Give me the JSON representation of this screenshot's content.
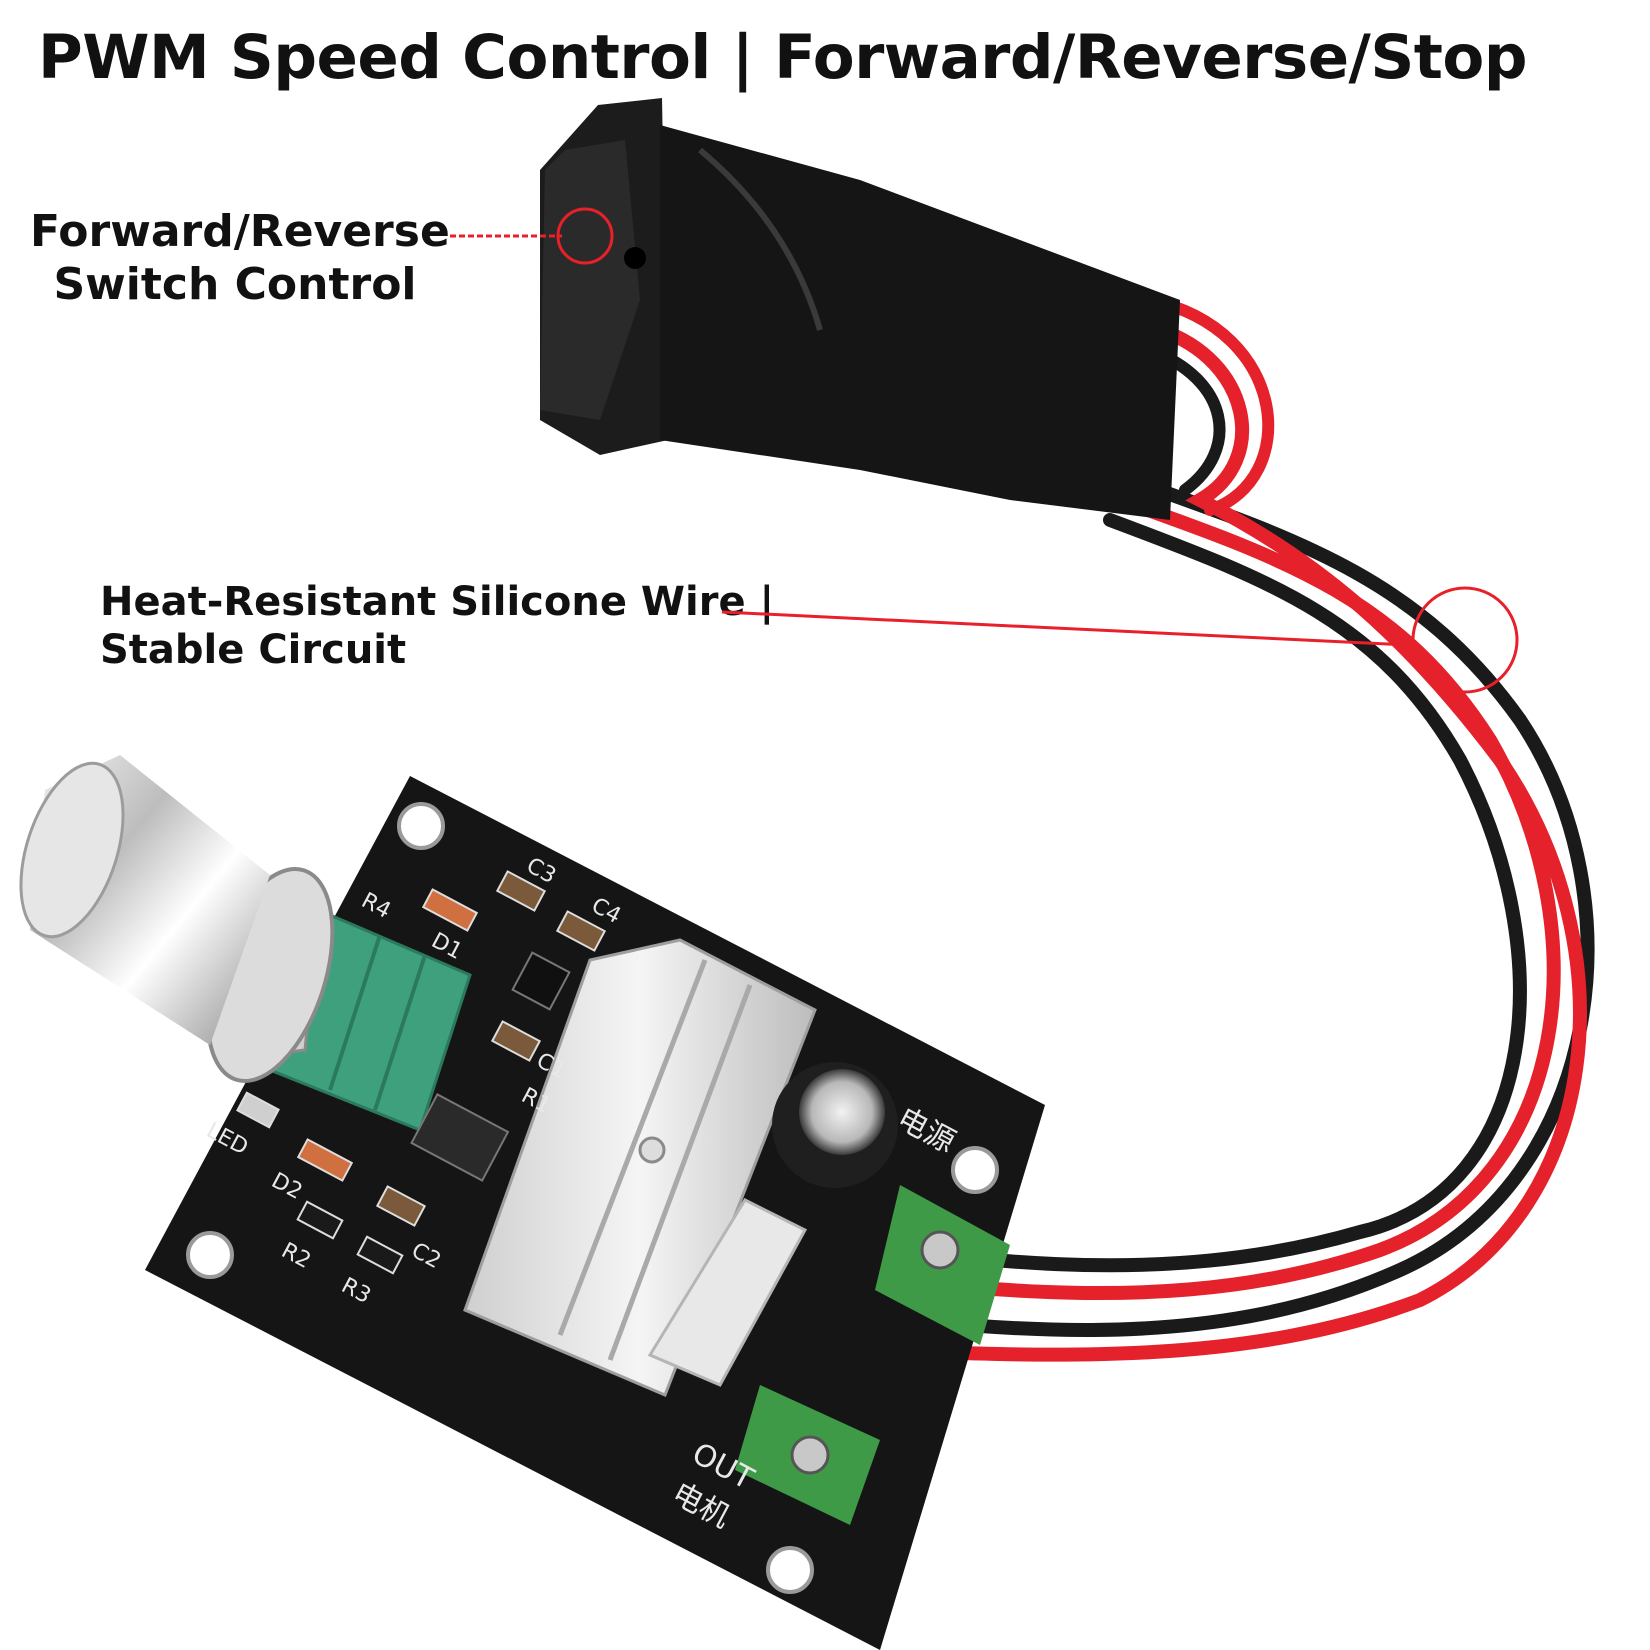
{
  "headline": "PWM Speed Control | Forward/Reverse/Stop",
  "callouts": {
    "switch": {
      "line1": "Forward/Reverse",
      "line2": "Switch Control"
    },
    "wire": {
      "line1": "Heat-Resistant Silicone Wire |",
      "line2": "Stable Circuit"
    }
  },
  "board_labels": {
    "r4": "R4",
    "d1": "D1",
    "c3": "C3",
    "c4": "C4",
    "c1": "C1",
    "r1": "R1",
    "led": "LED",
    "d2": "D2",
    "r2": "R2",
    "r3": "R3",
    "c2": "C2",
    "power_cn": "电源",
    "out": "OUT",
    "motor_cn": "电机"
  },
  "colors": {
    "accent_red": "#e8202a",
    "wire_red": "#e5222b",
    "wire_black": "#1a1a1a",
    "pcb": "#151515",
    "terminal_green": "#3f9a48",
    "pot_green": "#3fa07e"
  }
}
